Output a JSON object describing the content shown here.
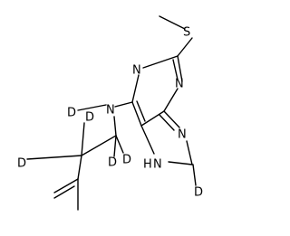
{
  "molecule": {
    "atoms": {
      "sulfur": "S",
      "n1": "N",
      "n3": "N",
      "n_amine": "N",
      "n7": "N",
      "n9_h": "H",
      "n9_n": "N",
      "d_amine": "D",
      "d_c1a": "D",
      "d_c1b": "D",
      "d_c2a": "D",
      "d_c2b": "D",
      "d_c8": "D"
    }
  }
}
